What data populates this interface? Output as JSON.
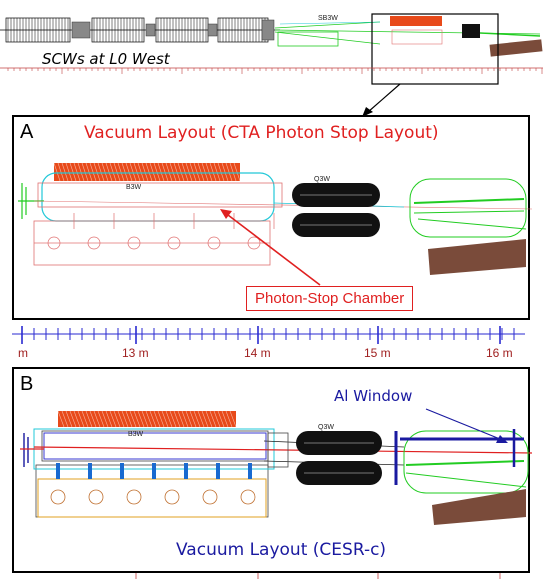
{
  "top_strip": {
    "caption": "SCWs at L0 West",
    "element_label": "SB3W"
  },
  "panel_a": {
    "letter": "A",
    "title": "Vacuum Layout (CTA Photon Stop Layout)",
    "magnet_label": "B3W",
    "quad_label": "Q3W",
    "callout": "Photon-Stop Chamber"
  },
  "ruler": {
    "ticks": [
      "m",
      "13 m",
      "14 m",
      "15 m",
      "16 m"
    ]
  },
  "panel_b": {
    "letter": "B",
    "title": "Vacuum Layout (CESR-c)",
    "magnet_label": "B3W",
    "quad_label": "Q3W",
    "window_label": "Al Window"
  },
  "colors": {
    "red": "#e02020",
    "blue": "#1a1aa0",
    "green": "#22cc22",
    "cyan": "#22c8d8",
    "brown": "#7a4b3a",
    "ruler": "#2a2ad0"
  }
}
